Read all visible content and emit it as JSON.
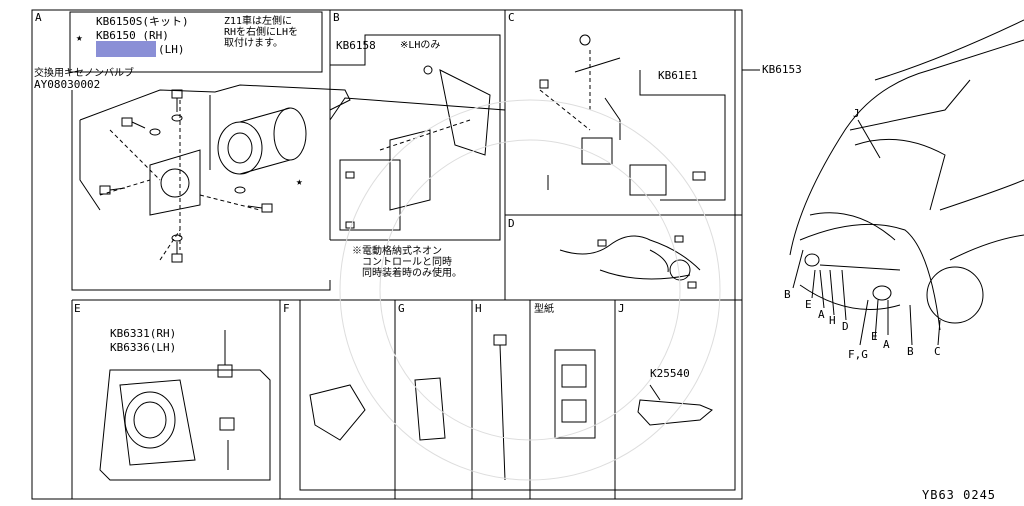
{
  "sections": {
    "A": {
      "letter": "A",
      "star": "★",
      "part_kit": "KB6150S(キット)",
      "part_rh": "KB6150 (RH)",
      "part_lh": "(LH)",
      "note": "Z11車は左側に\nRHを右側にLHを\n取付けます。",
      "bulb_label": "交換用キセノンバルブ",
      "bulb_part": "AY08030002"
    },
    "B": {
      "letter": "B",
      "part": "KB6158",
      "lh_only": "※LHのみ",
      "footnote": "※電動格納式ネオン\n　コントロールと同時\n　同時装着時のみ使用。"
    },
    "C": {
      "letter": "C",
      "part": "KB61E1"
    },
    "D": {
      "letter": "D"
    },
    "E": {
      "letter": "E",
      "part_rh": "KB6331(RH)",
      "part_lh": "KB6336(LH)"
    },
    "F": {
      "letter": "F"
    },
    "G": {
      "letter": "G"
    },
    "H": {
      "letter": "H"
    },
    "I": {
      "letter": "型紙"
    },
    "J": {
      "letter": "J",
      "part": "K25540"
    }
  },
  "assembly_part": "KB6153",
  "star_marker": "★",
  "car_labels": [
    "J",
    "B",
    "E",
    "A",
    "H",
    "D",
    "E",
    "A",
    "F,G",
    "B",
    "C"
  ],
  "diagram_code": "YB63 0245"
}
